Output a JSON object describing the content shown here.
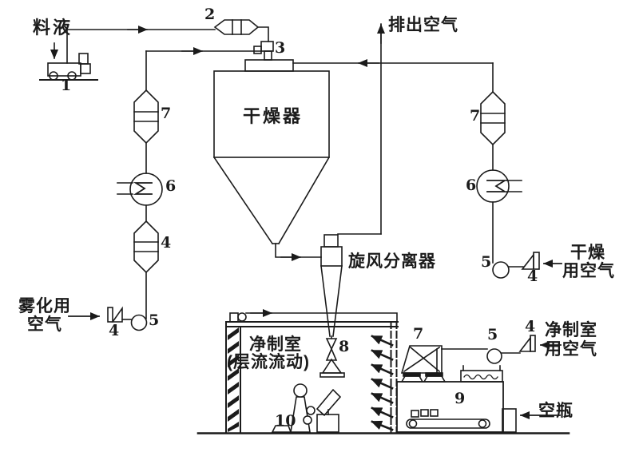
{
  "colors": {
    "ink": "#1b1b1b",
    "background": "#ffffff"
  },
  "text_labels": {
    "feed_liquid": "料液",
    "exhaust_air": "排出空气",
    "dryer": "干燥器",
    "cyclone_separator": "旋风分离器",
    "atomizing_air_line1": "雾化用",
    "atomizing_air_line2": "空气",
    "drying_air_line1": "干燥",
    "drying_air_line2": "用空气",
    "clean_room_line1": "净制室",
    "clean_room_line2": "(层流流动)",
    "clean_room_air_line1": "净制室",
    "clean_room_air_line2": "用空气",
    "empty_bottles": "空瓶"
  },
  "equipment_numbers": {
    "pump": "1",
    "feed_filter": "2",
    "atomizer_nozzle": "3",
    "filter_left_chain": "4",
    "filter_left_inlet": "4",
    "filter_right_inlet": "4",
    "filter_machine_inlet": "4",
    "blower_left": "5",
    "blower_right": "5",
    "blower_machine": "5",
    "heater_left": "6",
    "heater_right": "6",
    "air_filter_left": "7",
    "air_filter_right": "7",
    "hepa_filter_machine": "7",
    "discharge_valve": "8",
    "filling_machine": "9",
    "operator": "10"
  }
}
